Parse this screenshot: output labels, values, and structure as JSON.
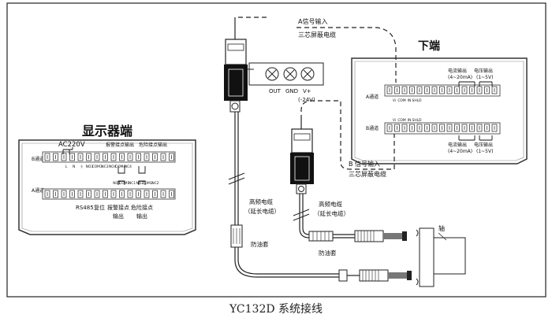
{
  "caption": "YC132D 系统接线",
  "display": {
    "title": "显示器端",
    "ac_label": "AC220V",
    "row_b_label": "B通道",
    "row_a_label": "A通道",
    "alarm_out_top": "报警接点输出",
    "danger_out_top": "危险接点输出",
    "top_small": [
      "L",
      "N",
      "⏚",
      "NO3",
      "COM3",
      "NC3",
      "NO4",
      "COM4",
      "NC4"
    ],
    "bottom_small": [
      "NO1",
      "COM1",
      "NC1",
      "NO2",
      "COM2",
      "NC2"
    ],
    "rs485": "RS485",
    "reset": "复位",
    "alarm_contact": "报警接点",
    "danger_contact": "危险接点",
    "output1": "输出",
    "output2": "输出"
  },
  "box": {
    "out": "OUT",
    "gnd": "GND",
    "vplus": "V+",
    "v24": "(-24V)"
  },
  "bottom_end": {
    "title": "下端",
    "row_a_label": "A通道",
    "row_b_label": "B通道",
    "term_labels": [
      "Vi",
      "COM",
      "IN",
      "SHLD"
    ],
    "current_out": "电流输出",
    "current_range": "(4~20mA)",
    "voltage_out": "电压输出",
    "voltage_range": "(1~5V)"
  },
  "labels": {
    "a_signal": "A信号输入",
    "a_cable": "三芯屏蔽电缆",
    "b_signal": "B 信号输入",
    "b_cable": "三芯屏蔽电缆",
    "hf_cable_1": "高频电缆",
    "ext_cable_1": "（延长电缆）",
    "hf_cable_2": "高频电缆",
    "ext_cable_2": "（延长电缆）",
    "oil_guard_1": "防油套",
    "oil_guard_2": "防油套",
    "shaft": "轴"
  }
}
